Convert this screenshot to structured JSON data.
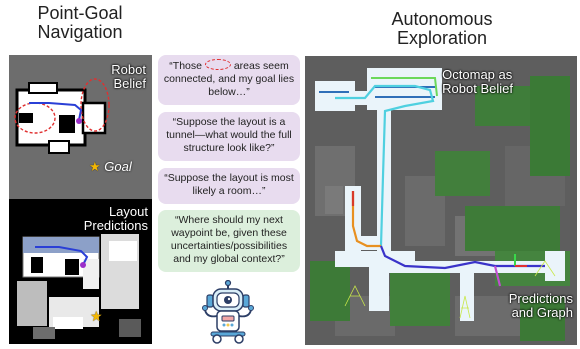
{
  "left_header": {
    "line1": "Point-Goal",
    "line2": "Navigation"
  },
  "right_header": {
    "line1": "Autonomous",
    "line2": "Exploration"
  },
  "left_top_panel": {
    "label1": "Robot",
    "label2": "Belief",
    "goal_label": "Goal"
  },
  "left_bottom_panel": {
    "label1": "Layout",
    "label2": "Predictions"
  },
  "bubbles": [
    {
      "pre": "“Those",
      "post": "areas seem connected, and my goal lies below…”"
    },
    {
      "text": "“Suppose the layout is a tunnel—what would the full structure look like?”"
    },
    {
      "text": "“Suppose the layout is most likely a room…”"
    },
    {
      "text": "“Where should my next waypoint be, given these uncertainties/possibilities and my global context?”"
    }
  ],
  "right_panel": {
    "label_top1": "Octomap as",
    "label_top2": "Robot Belief",
    "label_bottom1": "Predictions",
    "label_bottom2": "and Graph"
  },
  "icons": [
    "star-icon",
    "robot-icon",
    "dashed-oval-icon"
  ],
  "colors": {
    "bubble_purple": "#e8dcef",
    "bubble_green": "#dcefdc",
    "path_blue": "#2a3fd6",
    "goal_star": "#f2b705"
  }
}
